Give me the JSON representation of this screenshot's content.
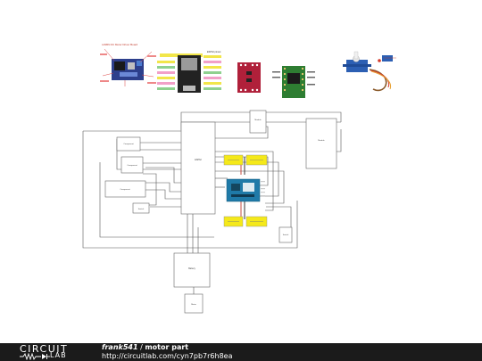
{
  "diagram": {
    "image_captions": {
      "motor_board": "L298N DC Motor Driver Board",
      "esp32_board": "ESP32 pinout"
    },
    "components": {
      "top_module": "Module",
      "right_module": "Module",
      "center_chip": "ESP32",
      "left_box_1": "Component",
      "left_box_2": "Component",
      "left_box_3": "Component",
      "small_box_left": "Switch",
      "small_box_right": "Switch",
      "bottom_box": "Battery",
      "lower_box": "Motor"
    }
  },
  "footer": {
    "brand_top": "CIRCUIT",
    "brand_bottom": "LAB",
    "author": "frank541",
    "separator": " / ",
    "title": "motor part",
    "url": "http://circuitlab.com/cyn7pb7r6h8ea"
  }
}
